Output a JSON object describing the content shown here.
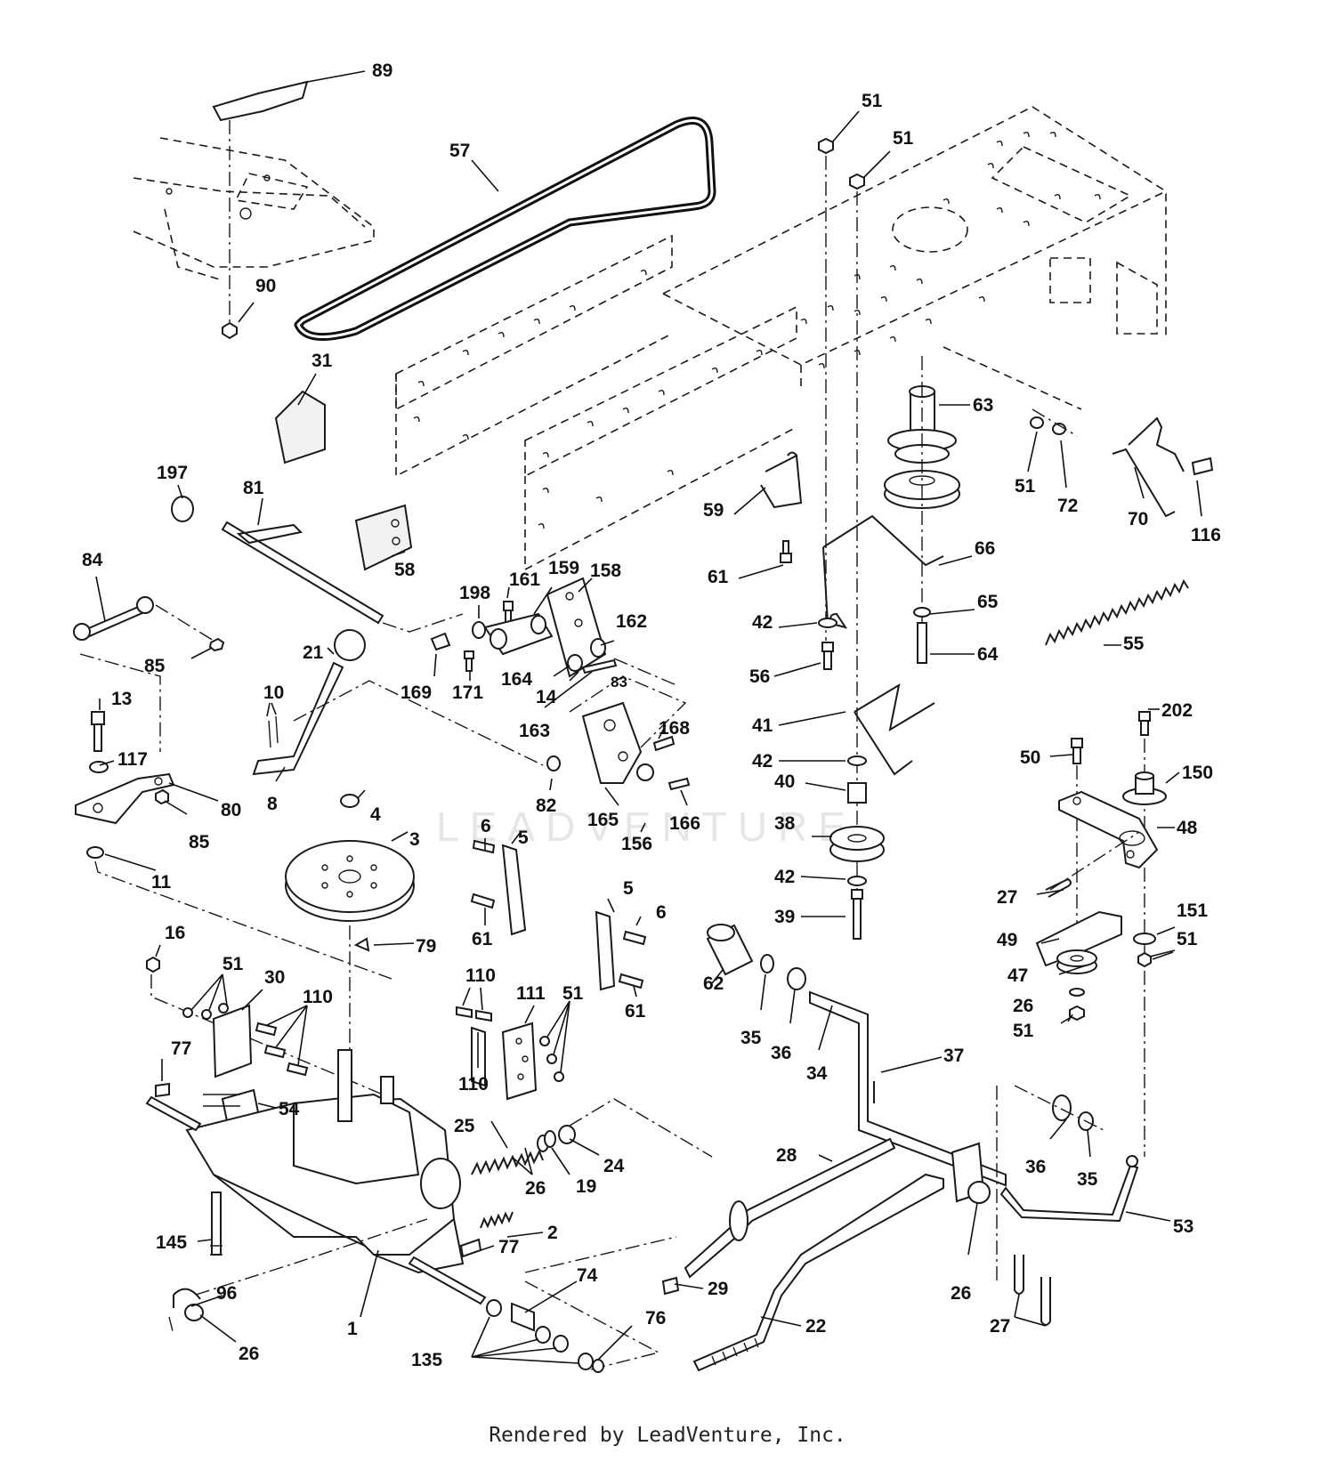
{
  "watermark": "LEADVENTURE",
  "footer": "Rendered by LeadVenture, Inc.",
  "callouts": [
    {
      "id": "c89",
      "text": "89"
    },
    {
      "id": "c57",
      "text": "57"
    },
    {
      "id": "c51a",
      "text": "51"
    },
    {
      "id": "c51b",
      "text": "51"
    },
    {
      "id": "c90",
      "text": "90"
    },
    {
      "id": "c31",
      "text": "31"
    },
    {
      "id": "c63",
      "text": "63"
    },
    {
      "id": "c51c",
      "text": "51"
    },
    {
      "id": "c72",
      "text": "72"
    },
    {
      "id": "c70",
      "text": "70"
    },
    {
      "id": "c116",
      "text": "116"
    },
    {
      "id": "c197",
      "text": "197"
    },
    {
      "id": "c81",
      "text": "81"
    },
    {
      "id": "c58",
      "text": "58"
    },
    {
      "id": "c59",
      "text": "59"
    },
    {
      "id": "c61a",
      "text": "61"
    },
    {
      "id": "c66",
      "text": "66"
    },
    {
      "id": "c84",
      "text": "84"
    },
    {
      "id": "c198",
      "text": "198"
    },
    {
      "id": "c161",
      "text": "161"
    },
    {
      "id": "c159",
      "text": "159"
    },
    {
      "id": "c158",
      "text": "158"
    },
    {
      "id": "c65",
      "text": "65"
    },
    {
      "id": "c55",
      "text": "55"
    },
    {
      "id": "c85a",
      "text": "85"
    },
    {
      "id": "c162",
      "text": "162"
    },
    {
      "id": "c42a",
      "text": "42"
    },
    {
      "id": "c21",
      "text": "21"
    },
    {
      "id": "c169",
      "text": "169"
    },
    {
      "id": "c171",
      "text": "171"
    },
    {
      "id": "c164",
      "text": "164"
    },
    {
      "id": "c56",
      "text": "56"
    },
    {
      "id": "c64",
      "text": "64"
    },
    {
      "id": "c14",
      "text": "14"
    },
    {
      "id": "c83",
      "text": "83"
    },
    {
      "id": "c10",
      "text": "10"
    },
    {
      "id": "c13",
      "text": "13"
    },
    {
      "id": "c163",
      "text": "163"
    },
    {
      "id": "c41",
      "text": "41"
    },
    {
      "id": "c202",
      "text": "202"
    },
    {
      "id": "c168",
      "text": "168"
    },
    {
      "id": "c117",
      "text": "117"
    },
    {
      "id": "c42b",
      "text": "42"
    },
    {
      "id": "c50",
      "text": "50"
    },
    {
      "id": "c150",
      "text": "150"
    },
    {
      "id": "c40",
      "text": "40"
    },
    {
      "id": "c80",
      "text": "80"
    },
    {
      "id": "c82",
      "text": "82"
    },
    {
      "id": "c8",
      "text": "8"
    },
    {
      "id": "c165",
      "text": "165"
    },
    {
      "id": "c166",
      "text": "166"
    },
    {
      "id": "c4",
      "text": "4"
    },
    {
      "id": "c6a",
      "text": "6"
    },
    {
      "id": "c85b",
      "text": "85"
    },
    {
      "id": "c38",
      "text": "38"
    },
    {
      "id": "c48",
      "text": "48"
    },
    {
      "id": "c3",
      "text": "3"
    },
    {
      "id": "c5a",
      "text": "5"
    },
    {
      "id": "c156",
      "text": "156"
    },
    {
      "id": "c11",
      "text": "11"
    },
    {
      "id": "c42c",
      "text": "42"
    },
    {
      "id": "c27a",
      "text": "27"
    },
    {
      "id": "c5b",
      "text": "5"
    },
    {
      "id": "c6b",
      "text": "6"
    },
    {
      "id": "c39",
      "text": "39"
    },
    {
      "id": "c151",
      "text": "151"
    },
    {
      "id": "c61b",
      "text": "61"
    },
    {
      "id": "c16",
      "text": "16"
    },
    {
      "id": "c79",
      "text": "79"
    },
    {
      "id": "c49",
      "text": "49"
    },
    {
      "id": "c51d",
      "text": "51"
    },
    {
      "id": "c51e",
      "text": "51"
    },
    {
      "id": "c30",
      "text": "30"
    },
    {
      "id": "c62",
      "text": "62"
    },
    {
      "id": "c47",
      "text": "47"
    },
    {
      "id": "c110a",
      "text": "110"
    },
    {
      "id": "c110b",
      "text": "110"
    },
    {
      "id": "c111",
      "text": "111"
    },
    {
      "id": "c51f",
      "text": "51"
    },
    {
      "id": "c26a",
      "text": "26"
    },
    {
      "id": "c61c",
      "text": "61"
    },
    {
      "id": "c51g",
      "text": "51"
    },
    {
      "id": "c35a",
      "text": "35"
    },
    {
      "id": "c36a",
      "text": "36"
    },
    {
      "id": "c34",
      "text": "34"
    },
    {
      "id": "c77a",
      "text": "77"
    },
    {
      "id": "c37",
      "text": "37"
    },
    {
      "id": "c54",
      "text": "54"
    },
    {
      "id": "c110c",
      "text": "110"
    },
    {
      "id": "c25",
      "text": "25"
    },
    {
      "id": "c24",
      "text": "24"
    },
    {
      "id": "c28",
      "text": "28"
    },
    {
      "id": "c26b",
      "text": "26"
    },
    {
      "id": "c19",
      "text": "19"
    },
    {
      "id": "c36b",
      "text": "36"
    },
    {
      "id": "c35b",
      "text": "35"
    },
    {
      "id": "c2",
      "text": "2"
    },
    {
      "id": "c53",
      "text": "53"
    },
    {
      "id": "c145",
      "text": "145"
    },
    {
      "id": "c77b",
      "text": "77"
    },
    {
      "id": "c29",
      "text": "29"
    },
    {
      "id": "c26c",
      "text": "26"
    },
    {
      "id": "c74",
      "text": "74"
    },
    {
      "id": "c96",
      "text": "96"
    },
    {
      "id": "c1",
      "text": "1"
    },
    {
      "id": "c22",
      "text": "22"
    },
    {
      "id": "c76",
      "text": "76"
    },
    {
      "id": "c27b",
      "text": "27"
    },
    {
      "id": "c26d",
      "text": "26"
    },
    {
      "id": "c135",
      "text": "135"
    }
  ]
}
